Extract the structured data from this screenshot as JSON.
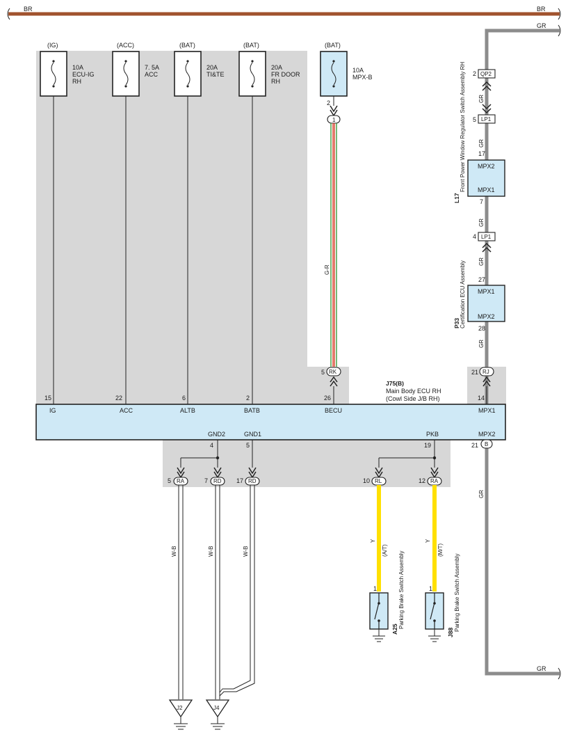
{
  "colors": {
    "br_wire": "#a0522d",
    "gr_wire": "#8c8c8c",
    "y_wire": "#ffe000",
    "gr_bus": "#bfbfbf",
    "module_fill": "#cfe9f6",
    "shade": "#d7d7d7",
    "gr_dot_wire_stripe": "#3a9a3a",
    "r_stripe": "#d8432e"
  },
  "top_bus": {
    "left_label": "BR",
    "right_label": "BR"
  },
  "gr_bus_labels": {
    "top": "GR",
    "bottom": "GR",
    "right_mid": "GR"
  },
  "fuses": [
    {
      "source": "(IG)",
      "amp": "10A",
      "line1": "ECU-IG",
      "line2": "RH",
      "pin": "15",
      "ecu_pin": "IG"
    },
    {
      "source": "(ACC)",
      "amp": "7. 5A",
      "line1": "ACC",
      "line2": "",
      "pin": "22",
      "ecu_pin": "ACC"
    },
    {
      "source": "(BAT)",
      "amp": "20A",
      "line1": "TI&TE",
      "line2": "",
      "pin": "6",
      "ecu_pin": "ALTB"
    },
    {
      "source": "(BAT)",
      "amp": "20A",
      "line1": "FR DOOR",
      "line2": "RH",
      "pin": "2",
      "ecu_pin": "BATB"
    },
    {
      "source": "(BAT)",
      "amp": "10A",
      "line1": "MPX-B",
      "line2": "",
      "pin": "26",
      "ecu_pin": "BECU"
    }
  ],
  "mpxb_branch": {
    "pin_top": "2",
    "conn1": "1",
    "wire_color": "G-R",
    "rk_pin": "5",
    "rk_label": "RK"
  },
  "ecu": {
    "code": "J75(B)",
    "name": "Main Body ECU RH",
    "sub": "(Cowl Side J/B RH)",
    "mpx1_pin": "14",
    "mpx1_label": "MPX1",
    "mpx2_label": "MPX2",
    "mpx2_pin": "21",
    "mpx2_conn": "B",
    "rj_pin": "21",
    "rj_label": "RJ",
    "gnd2_label": "GND2",
    "gnd2_pin": "4",
    "gnd1_label": "GND1",
    "gnd1_pin": "5",
    "pkb_label": "PKB",
    "pkb_pin": "19"
  },
  "right_chain": {
    "qp2_pin": "2",
    "qp2": "QP2",
    "gr1": "GR",
    "lp1_pin": "5",
    "lp1": "LP1",
    "gr2": "GR",
    "l17_top_pin": "17",
    "l17_mpx2": "MPX2",
    "l17_mpx1": "MPX1",
    "l17_bottom_pin": "7",
    "l17_code": "L17",
    "l17_name": "Front Power Window Regulator Switch Assembly RH",
    "gr3": "GR",
    "lp1b_pin": "4",
    "lp1b": "LP1",
    "gr4": "GR",
    "p33_top_pin": "27",
    "p33_mpx1": "MPX1",
    "p33_mpx2": "MPX2",
    "p33_bottom_pin": "28",
    "p33_code": "P33",
    "p33_name": "Certification ECU Assembly",
    "gr5": "GR",
    "gr6": "GR"
  },
  "grounds": [
    {
      "pin": "5",
      "conn": "RA",
      "wire": "W-B"
    },
    {
      "pin": "7",
      "conn": "RD",
      "wire": "W-B"
    },
    {
      "pin": "17",
      "conn": "RD",
      "wire": "W-B"
    }
  ],
  "ground_points": [
    {
      "label": "J2"
    },
    {
      "label": "J4"
    }
  ],
  "brake_switches": [
    {
      "pin": "10",
      "conn": "RL",
      "wire": "Y",
      "variant": "(A/T)",
      "sw_pin": "1",
      "code": "A25",
      "name": "Parking Brake Switch Assembly"
    },
    {
      "pin": "12",
      "conn": "RA",
      "wire": "Y",
      "variant": "(M/T)",
      "sw_pin": "1",
      "code": "J88",
      "name": "Parking Brake Switch Assembly"
    }
  ]
}
